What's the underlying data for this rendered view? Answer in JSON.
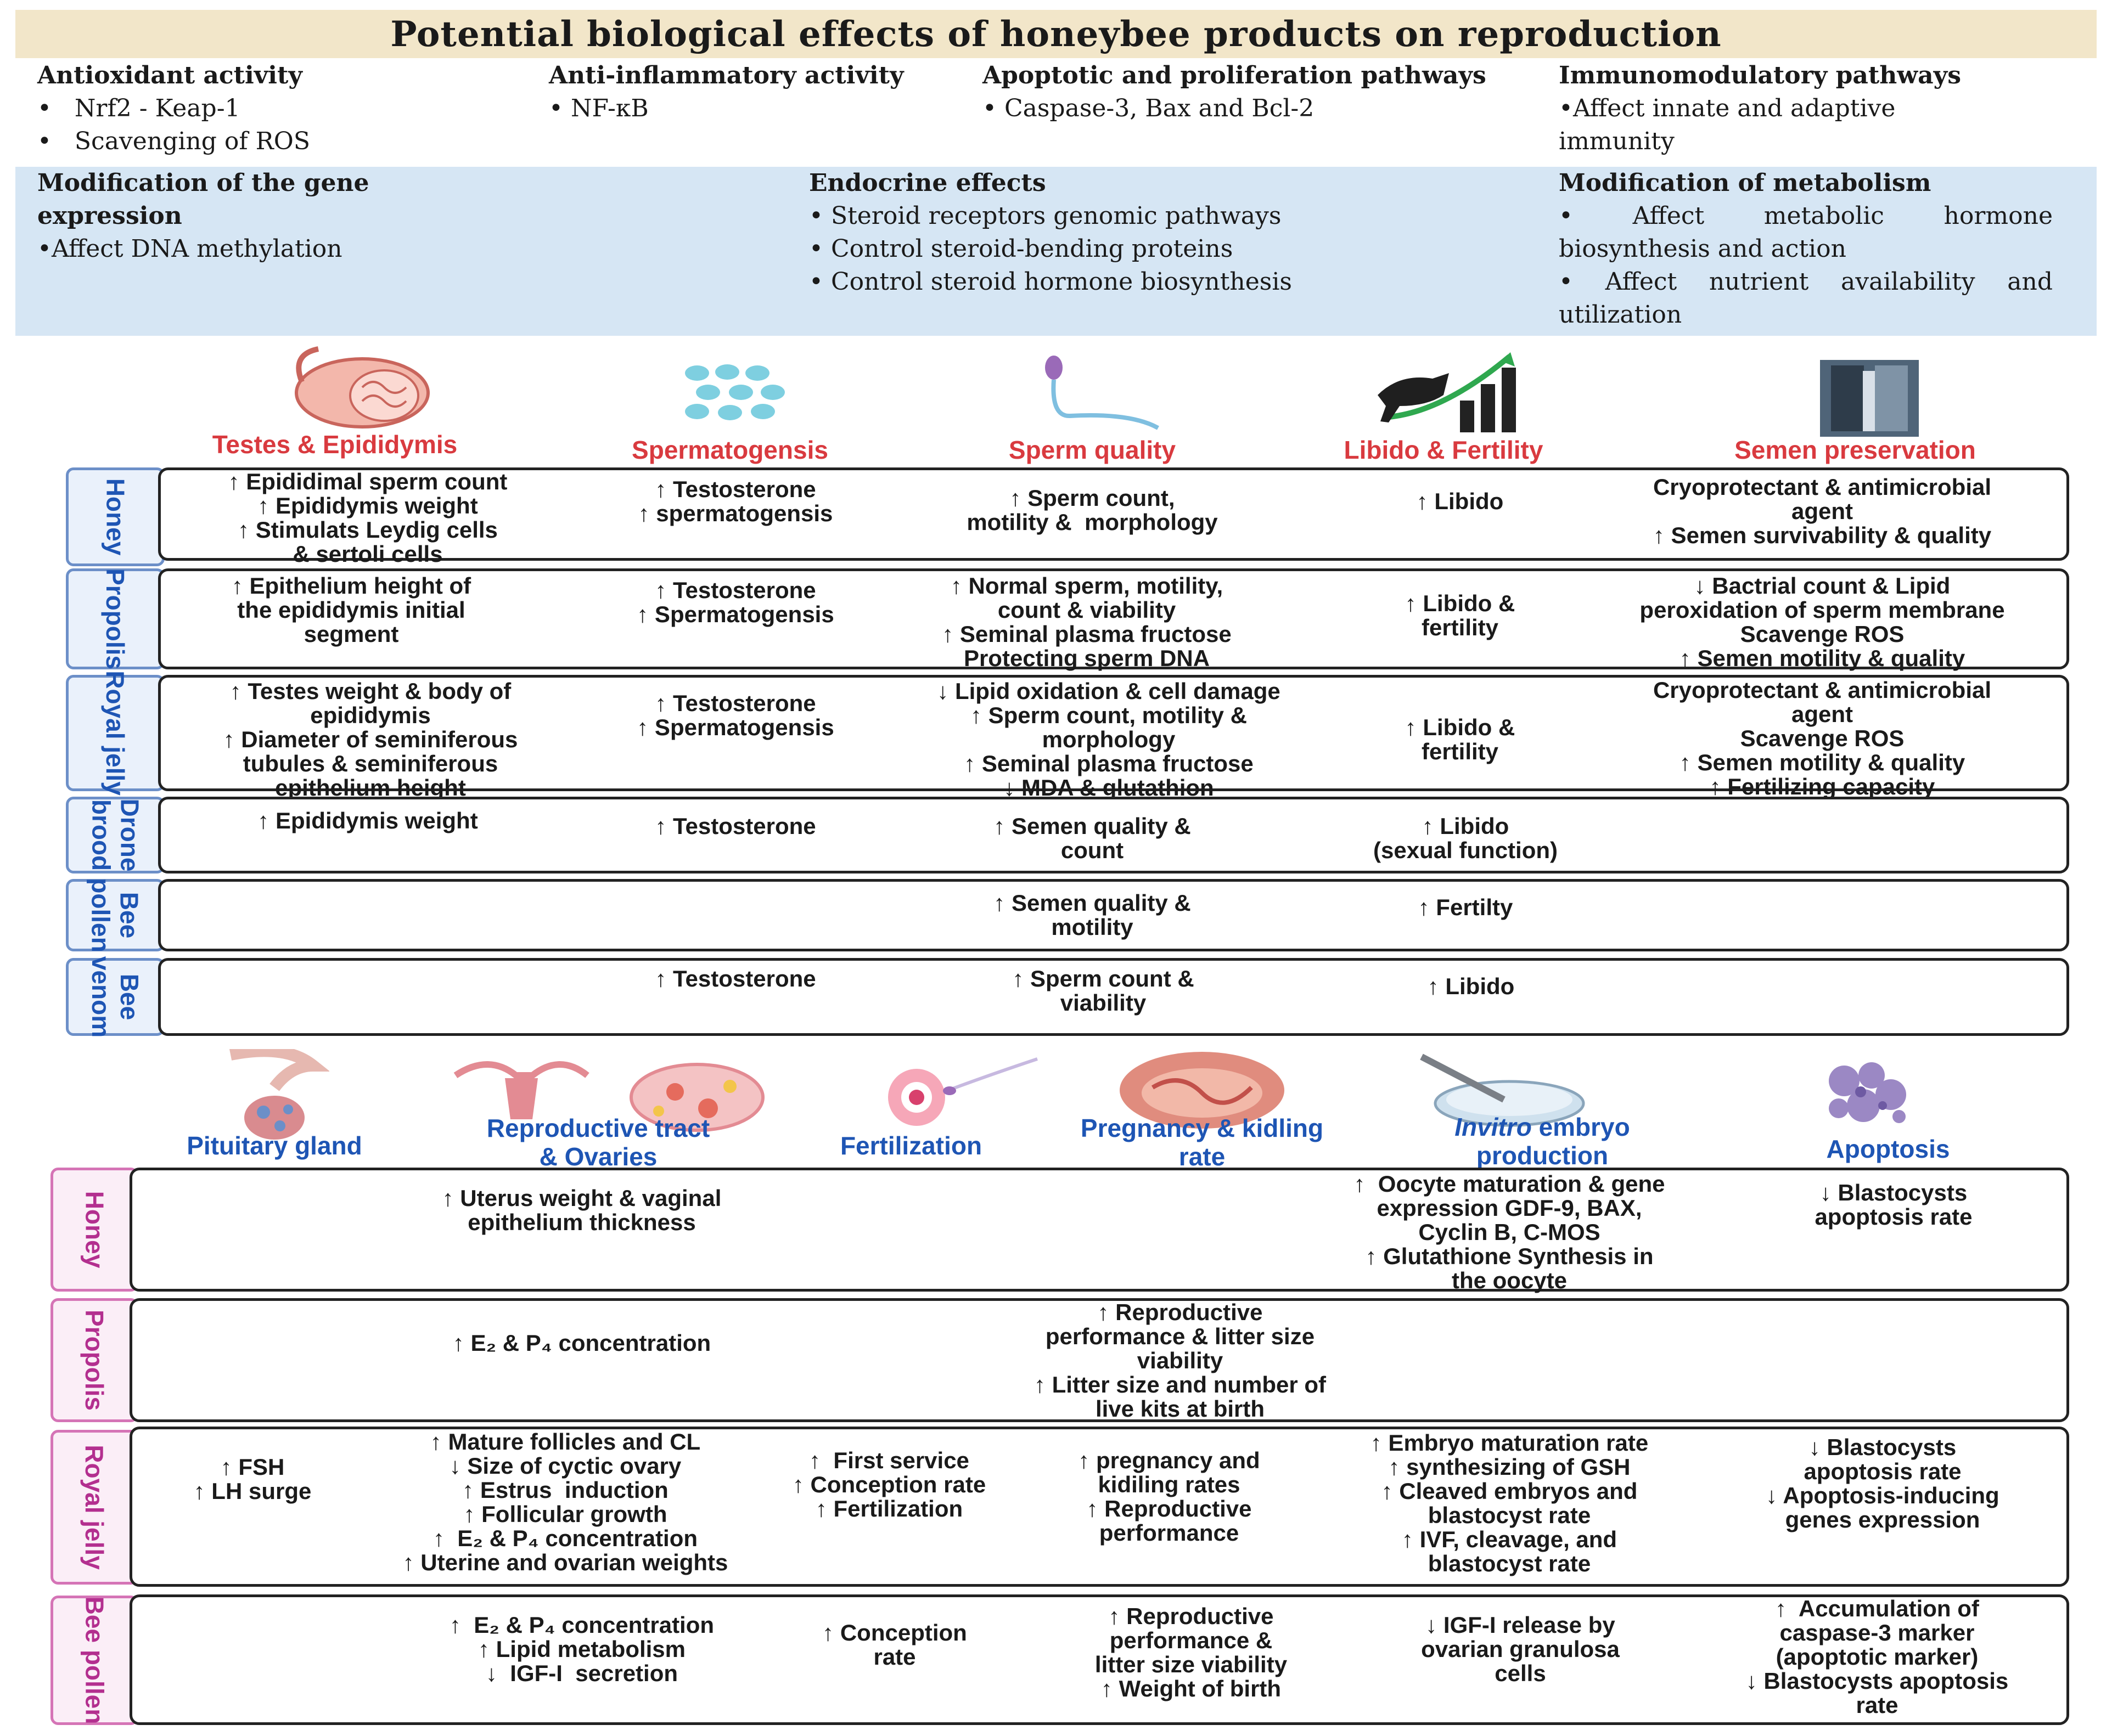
{
  "title": "Potential biological effects of honeybee products on reproduction",
  "effects_row1": [
    {
      "head": "Antioxidant activity",
      "items": [
        "•   Nrf2 - Keap-1",
        "•   Scavenging of ROS"
      ]
    },
    {
      "head": "Anti-inflammatory activity",
      "items": [
        "• NF-κB"
      ]
    },
    {
      "head": "Apoptotic and proliferation pathways",
      "items": [
        "• Caspase-3, Bax and Bcl-2"
      ]
    },
    {
      "head": "Immunomodulatory pathways",
      "items": [
        "•Affect innate and adaptive",
        "immunity"
      ]
    }
  ],
  "effects_row2": [
    {
      "head": "Modification of the gene",
      "head2": "expression",
      "items": [
        "•Affect DNA methylation"
      ]
    },
    {
      "head": "Endocrine effects",
      "items": [
        "• Steroid receptors genomic pathways",
        "• Control steroid-bending proteins",
        "• Control steroid hormone biosynthesis"
      ]
    },
    {
      "head": "Modification of metabolism",
      "items": [
        "•  Affect  metabolic  hormone",
        "biosynthesis and action",
        "•  Affect  nutrient  availability  and",
        "utilization"
      ]
    }
  ],
  "male_categories": [
    "Testes & Epididymis",
    "Spermatogensis",
    "Sperm quality",
    "Libido & Fertility",
    "Semen preservation"
  ],
  "male_rows": [
    {
      "label": "Honey",
      "cells": [
        "↑ Epididimal sperm count\n↑ Epididymis weight\n↑ Stimulats Leydig cells\n& sertoli cells",
        "↑ Testosterone\n↑ spermatogensis",
        "↑ Sperm count,\nmotility &  morphology",
        "↑ Libido",
        "Cryoprotectant & antimicrobial\nagent\n↑ Semen survivability & quality"
      ]
    },
    {
      "label": "Propolis",
      "cells": [
        "↑ Epithelium height of\nthe epididymis initial\nsegment",
        "↑ Testosterone\n↑ Spermatogensis",
        "↑ Normal sperm, motility,\ncount & viability\n↑ Seminal plasma fructose\nProtecting sperm DNA",
        "↑ Libido &\nfertility",
        "↓ Bactrial count & Lipid\nperoxidation of sperm membrane\nScavenge ROS\n↑ Semen motility & quality"
      ]
    },
    {
      "label": "Royal jelly",
      "cells": [
        "↑ Testes weight & body of\nepididymis\n↑ Diameter of seminiferous\ntubules & seminiferous\nepithelium height",
        "↑ Testosterone\n↑ Spermatogensis",
        "↓ Lipid oxidation & cell damage\n↑ Sperm count, motility &\nmorphology\n↑ Seminal plasma fructose\n↓ MDA & glutathion",
        "↑ Libido &\nfertility",
        "Cryoprotectant & antimicrobial\nagent\nScavenge ROS\n↑ Semen motility & quality\n↑ Fertilizing capacity"
      ]
    },
    {
      "label": "Drone\nbrood",
      "cells": [
        "↑ Epididymis weight",
        "↑ Testosterone",
        "↑ Semen quality &\ncount",
        "↑ Libido\n(sexual function)",
        ""
      ]
    },
    {
      "label": "Bee\npollen",
      "cells": [
        "",
        "",
        "↑ Semen quality &\nmotility",
        "↑ Fertilty",
        ""
      ]
    },
    {
      "label": "Bee\nvenom",
      "cells": [
        "",
        "↑ Testosterone",
        "↑ Sperm count &\nviability",
        "↑ Libido",
        ""
      ]
    }
  ],
  "female_categories": [
    "Pituitary gland",
    "Reproductive tract\n& Ovaries",
    "Fertilization",
    "Pregnancy & kidling\nrate",
    "Invitro",
    " embryo\nproduction",
    "Apoptosis"
  ],
  "female_rows": [
    {
      "label": "Honey",
      "cells": [
        "↑ Uterus weight & vaginal\nepithelium thickness",
        "↑  Oocyte maturation & gene\nexpression GDF-9, BAX,\nCyclin B, C-MOS\n↑ Glutathione Synthesis in\nthe oocyte",
        "↓ Blastocysts\napoptosis rate"
      ]
    },
    {
      "label": "Propolis",
      "cells": [
        "↑ E₂ & P₄ concentration",
        "↑ Reproductive\nperformance & litter size\nviability\n↑ Litter size and number of\nlive kits at birth"
      ]
    },
    {
      "label": "Royal jelly",
      "cells": [
        "↑ FSH\n↑ LH surge",
        "↑ Mature follicles and CL\n↓ Size of cyctic ovary\n↑ Estrus  induction\n↑ Follicular growth\n↑  E₂ & P₄ concentration\n↑ Uterine and ovarian weights",
        "↑  First service\n↑ Conception rate\n↑ Fertilization",
        "↑ pregnancy and\nkidiling rates\n↑ Reproductive\nperformance",
        "↑ Embryo maturation rate\n↑ synthesizing of GSH\n↑ Cleaved embryos and\nblastocyst rate\n↑ IVF, cleavage, and\nblastocyst rate",
        "↓ Blastocysts\napoptosis rate\n↓ Apoptosis-inducing\ngenes expression"
      ]
    },
    {
      "label": "Bee pollen",
      "cells": [
        "↑  E₂ & P₄ concentration\n↑ Lipid metabolism\n↓  IGF-I  secretion",
        "↑ Conception\nrate",
        "↑ Reproductive\nperformance &\nlitter size viability\n↑ Weight of birth",
        "↓ IGF-I release by\novarian granulosa\ncells",
        "↑  Accumulation of\ncaspase-3 marker\n(apoptotic marker)\n↓ Blastocysts apoptosis\nrate"
      ]
    }
  ],
  "colors": {
    "male_header": "#d93a3f",
    "female_header": "#1e55b4",
    "title_bg": "#f2e6c9",
    "blue_band": "#d6e6f4"
  },
  "icons": [
    "testes-icon",
    "cells-icon",
    "sperm-icon",
    "bull-chart-icon",
    "semen-tube-icon",
    "pituitary-icon",
    "uterus-ovary-icon",
    "egg-sperm-icon",
    "placenta-icon",
    "petri-dish-icon",
    "apoptosis-cell-icon"
  ]
}
